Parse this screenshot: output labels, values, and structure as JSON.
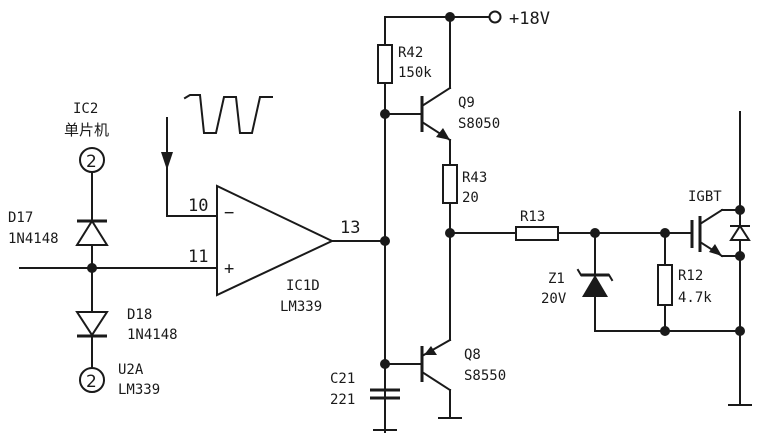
{
  "supply": {
    "label": "+18V"
  },
  "ic2": {
    "ref": "IC2",
    "name": "单片机",
    "pin": "2"
  },
  "u2a": {
    "ref": "U2A",
    "part": "LM339",
    "pin": "2"
  },
  "d17": {
    "ref": "D17",
    "part": "1N4148"
  },
  "d18": {
    "ref": "D18",
    "part": "1N4148"
  },
  "comparator": {
    "ref": "IC1D",
    "part": "LM339",
    "pin_inv": "10",
    "pin_noninv": "11",
    "pin_out": "13",
    "sign_minus": "−",
    "sign_plus": "+"
  },
  "r42": {
    "ref": "R42",
    "value": "150k"
  },
  "r43": {
    "ref": "R43",
    "value": "20"
  },
  "r13": {
    "ref": "R13"
  },
  "r12": {
    "ref": "R12",
    "value": "4.7k"
  },
  "q9": {
    "ref": "Q9",
    "part": "S8050"
  },
  "q8": {
    "ref": "Q8",
    "part": "S8550"
  },
  "c21": {
    "ref": "C21",
    "value": "221"
  },
  "z1": {
    "ref": "Z1",
    "value": "20V"
  },
  "igbt": {
    "label": "IGBT"
  }
}
